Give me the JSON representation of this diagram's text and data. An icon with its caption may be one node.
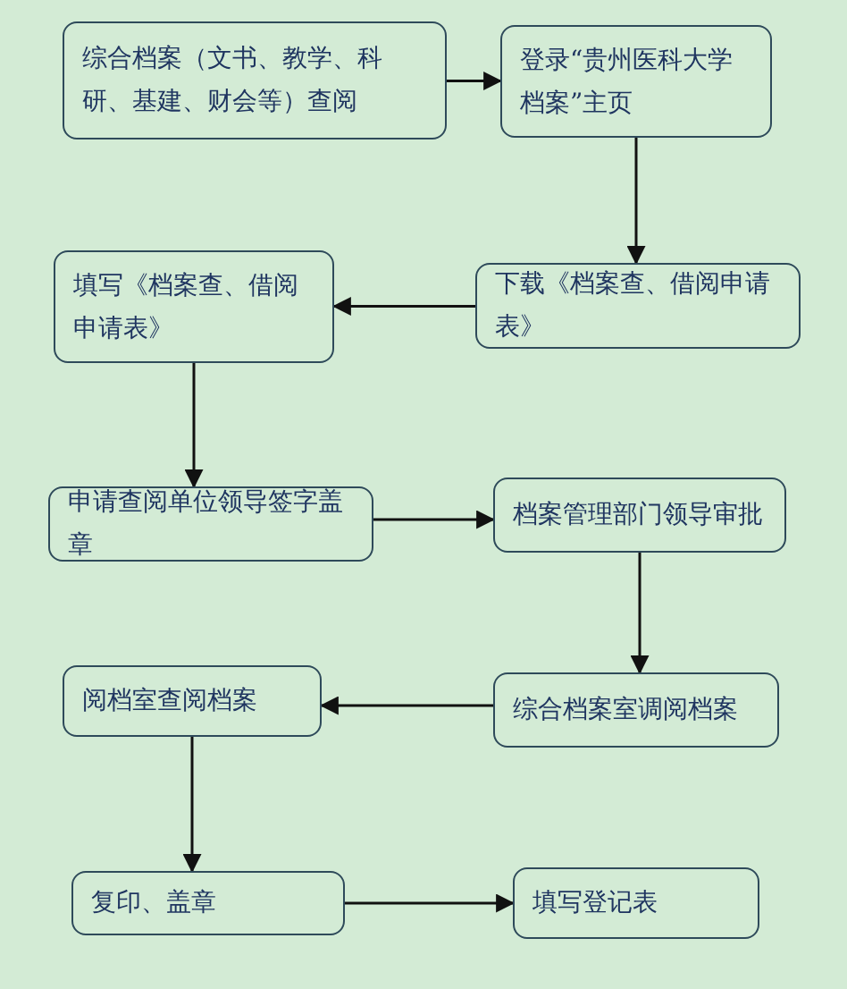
{
  "diagram": {
    "nodes": [
      {
        "text": [
          "综合档案（文书、教学、科研、基建、财会等）查阅"
        ]
      },
      {
        "text": [
          "登录“贵州医科大学档案”主页"
        ]
      },
      {
        "text": [
          "下载《档案查、借阅申请表》"
        ]
      },
      {
        "text": [
          "填写《档案查、借阅申请表》"
        ]
      },
      {
        "text": [
          "申请查阅单位领导签字盖章"
        ]
      },
      {
        "text": [
          "档案管理部门领导审批"
        ]
      },
      {
        "text": [
          "综合档案室调阅档案"
        ]
      },
      {
        "text": [
          "阅档室查阅档案"
        ]
      },
      {
        "text": [
          "复印、盖章"
        ]
      },
      {
        "text": [
          "填写登记表"
        ]
      }
    ],
    "edges": [
      {
        "from": 0,
        "to": 1,
        "arrow": "to"
      },
      {
        "from": 1,
        "to": 2,
        "arrow": "to"
      },
      {
        "from": 2,
        "to": 3,
        "arrow": "to"
      },
      {
        "from": 3,
        "to": 4,
        "arrow": "to"
      },
      {
        "from": 4,
        "to": 5,
        "arrow": "to"
      },
      {
        "from": 5,
        "to": 6,
        "arrow": "to"
      },
      {
        "from": 6,
        "to": 7,
        "arrow": "to"
      },
      {
        "from": 7,
        "to": 8,
        "arrow": "to"
      },
      {
        "from": 8,
        "to": 9,
        "arrow": "to"
      }
    ]
  }
}
